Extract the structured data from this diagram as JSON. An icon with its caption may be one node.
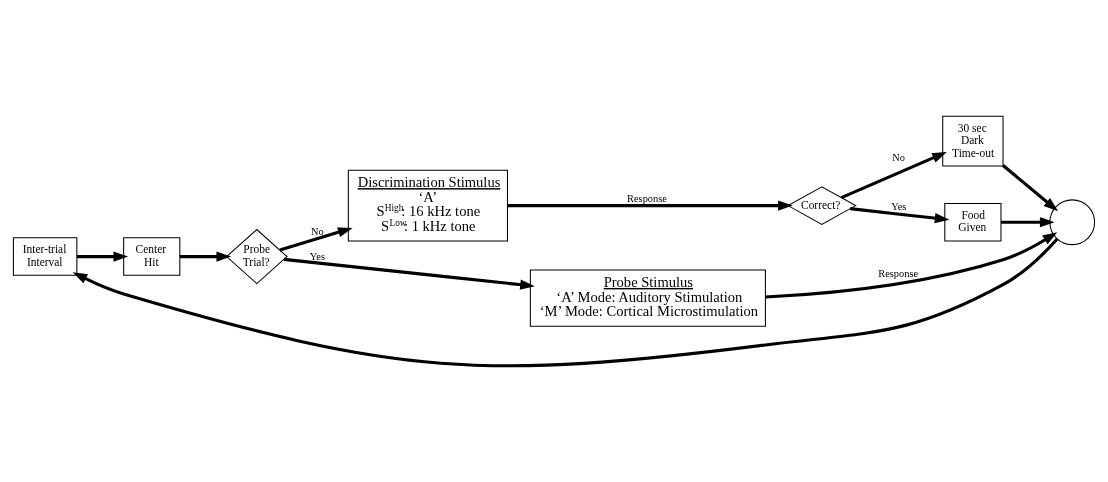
{
  "diagram": {
    "nodes": [
      {
        "text": [
          "Inter-trial Interval"
        ]
      },
      {
        "text": [
          "Center Hit"
        ]
      },
      {
        "text": [
          "Probe Trial?"
        ]
      },
      {
        "text": [
          "Discrimination Stimulus",
          "‘A’",
          "S$^{High}$: 16 kHz tone S$^{Low}$: 1 kHz tone"
        ]
      },
      {
        "text": [
          "Probe Stimulus",
          "‘A’ Mode: Auditory Stimulation",
          "‘M’ Mode: Cortical Microstimulation"
        ]
      },
      {
        "text": [
          "Correct?"
        ]
      },
      {
        "text": [
          "30 sec Dark Time-out"
        ]
      },
      {
        "text": [
          "Food Given"
        ]
      },
      {
        "text": [],
        "shape": "circle"
      }
    ],
    "edges": [
      {
        "from": 0,
        "to": 1,
        "arrow": "to"
      },
      {
        "from": 1,
        "to": 2,
        "arrow": "to"
      },
      {
        "from": 2,
        "to": 3,
        "arrow": "to",
        "label": "No"
      },
      {
        "from": 2,
        "to": 4,
        "arrow": "to",
        "label": "Yes"
      },
      {
        "from": 3,
        "to": 5,
        "arrow": "to",
        "label": "Response"
      },
      {
        "from": 5,
        "to": 6,
        "arrow": "to",
        "label": "No"
      },
      {
        "from": 5,
        "to": 7,
        "arrow": "to",
        "label": "Yes"
      },
      {
        "from": 7,
        "to": 8,
        "arrow": "to"
      },
      {
        "from": 6,
        "to": 8,
        "arrow": "to"
      },
      {
        "from": 4,
        "to": 8,
        "arrow": "to",
        "label": "Response"
      },
      {
        "from": 8,
        "to": 0,
        "arrow": "to"
      }
    ]
  }
}
